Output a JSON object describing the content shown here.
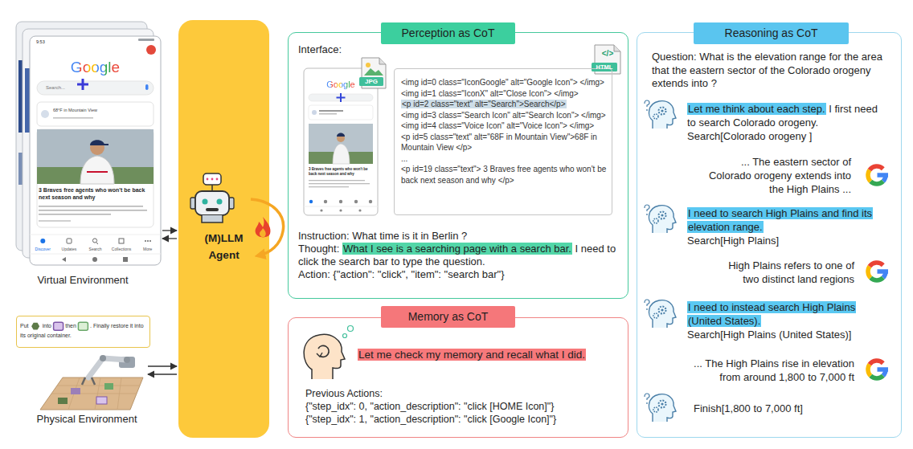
{
  "diagram": {
    "nodes": [
      {
        "text": [
          "9:53",
          "Google",
          "Search...",
          "68°F in Mountain View",
          "3 Braves free agents who won't be back next season and why",
          "Discover",
          "Updates",
          "Search",
          "Collections",
          "More",
          "Virtual Environment"
        ]
      },
      {
        "text": [
          "Put",
          "into",
          "then",
          ". Finally restore it into its original container."
        ]
      },
      {
        "text": [
          "Physical Environment"
        ]
      },
      {
        "text": [
          "(M)LLM Agent"
        ]
      },
      {
        "text": [
          "Perception as CoT",
          "Interface:",
          "Instruction: What time is it in Berlin ?",
          "Thought:",
          "What I see is a searching page with a search bar.",
          "I need to click the search bar to type the question.",
          "Action: {\"action\": \"click\", \"item\": \"search bar\"}"
        ]
      },
      {
        "text": [
          "Google",
          "3 Braves free agents who won't be back next season and why"
        ],
        "in": 4
      },
      {
        "text": [
          "JPG"
        ],
        "in": 4
      },
      {
        "text": [
          "<img id=0 class=\"IconGoogle\" alt=\"Google Icon\"> </img>",
          "<img id=1 class=\"IconX\" alt=\"Close Icon\"> </img>",
          "<p id=2 class=\"text\" alt=\"Search\">Search</p>",
          "<img id=3 class=\"Search Icon\" alt=\"Search Icon\"> </img>",
          "<img id=4 class=\"Voice Icon\" alt=\"Voice Icon\"> </img>",
          "<p id=5 class=\"text\" alt=\"68F in Mountain View\">68F in Mountain View </p>",
          "...",
          "<p id=19 class=\"text\"> 3 Braves free agents who won't be back next season and why </p>"
        ],
        "in": 4
      },
      {
        "text": [
          "</>",
          "HTML"
        ],
        "in": 4
      },
      {
        "text": [
          "Memory as CoT",
          "Let me check my memory and recall what I did.",
          "Previous Actions:",
          "{\"step_idx\": 0, \"action_description\": \"click [HOME Icon]\"}",
          "{\"step_idx\": 1, \"action_description\": \"click [Google Icon]\"}"
        ]
      },
      {
        "text": [
          "Reasoning as CoT",
          "Question: What is the elevation range for the area that the eastern sector of the Colorado orogeny extends into ?",
          "Let me think about each step.",
          "I first need to search Colorado orogeny.",
          "Search[Colorado orogeny ]",
          "... The eastern sector of Colorado orogeny extends into the High Plains ...",
          "I need to search High Plains and find its elevation range.",
          "Search[High Plains]",
          "High Plains refers to one of two distinct land regions",
          "I need to instead search High Plains (United States).",
          "Search[High Plains (United States)]",
          "... The High Plains rise in elevation from around 1,800 to 7,000 ft",
          "Finish[1,800 to 7,000 ft]"
        ]
      }
    ],
    "edges": [
      {
        "from": 0,
        "to": 3,
        "arrow": "to"
      },
      {
        "from": 3,
        "to": 0,
        "arrow": "to"
      },
      {
        "from": 2,
        "to": 3,
        "arrow": "to"
      },
      {
        "from": 3,
        "to": 2,
        "arrow": "to"
      }
    ]
  }
}
